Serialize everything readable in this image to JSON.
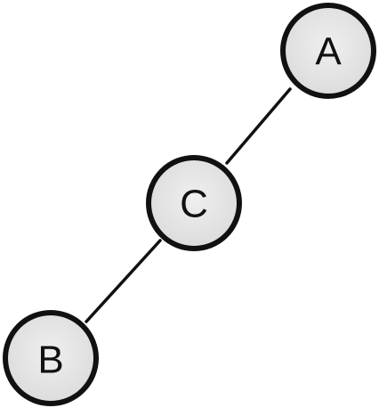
{
  "nodes": [
    {
      "id": "A",
      "label": "A"
    },
    {
      "id": "C",
      "label": "C"
    },
    {
      "id": "B",
      "label": "B"
    }
  ],
  "edges": [
    {
      "from": "A",
      "to": "C"
    },
    {
      "from": "C",
      "to": "B"
    }
  ],
  "colors": {
    "node_fill": "#e6e6e6",
    "node_stroke": "#111111",
    "edge": "#111111",
    "background": "#ffffff"
  }
}
